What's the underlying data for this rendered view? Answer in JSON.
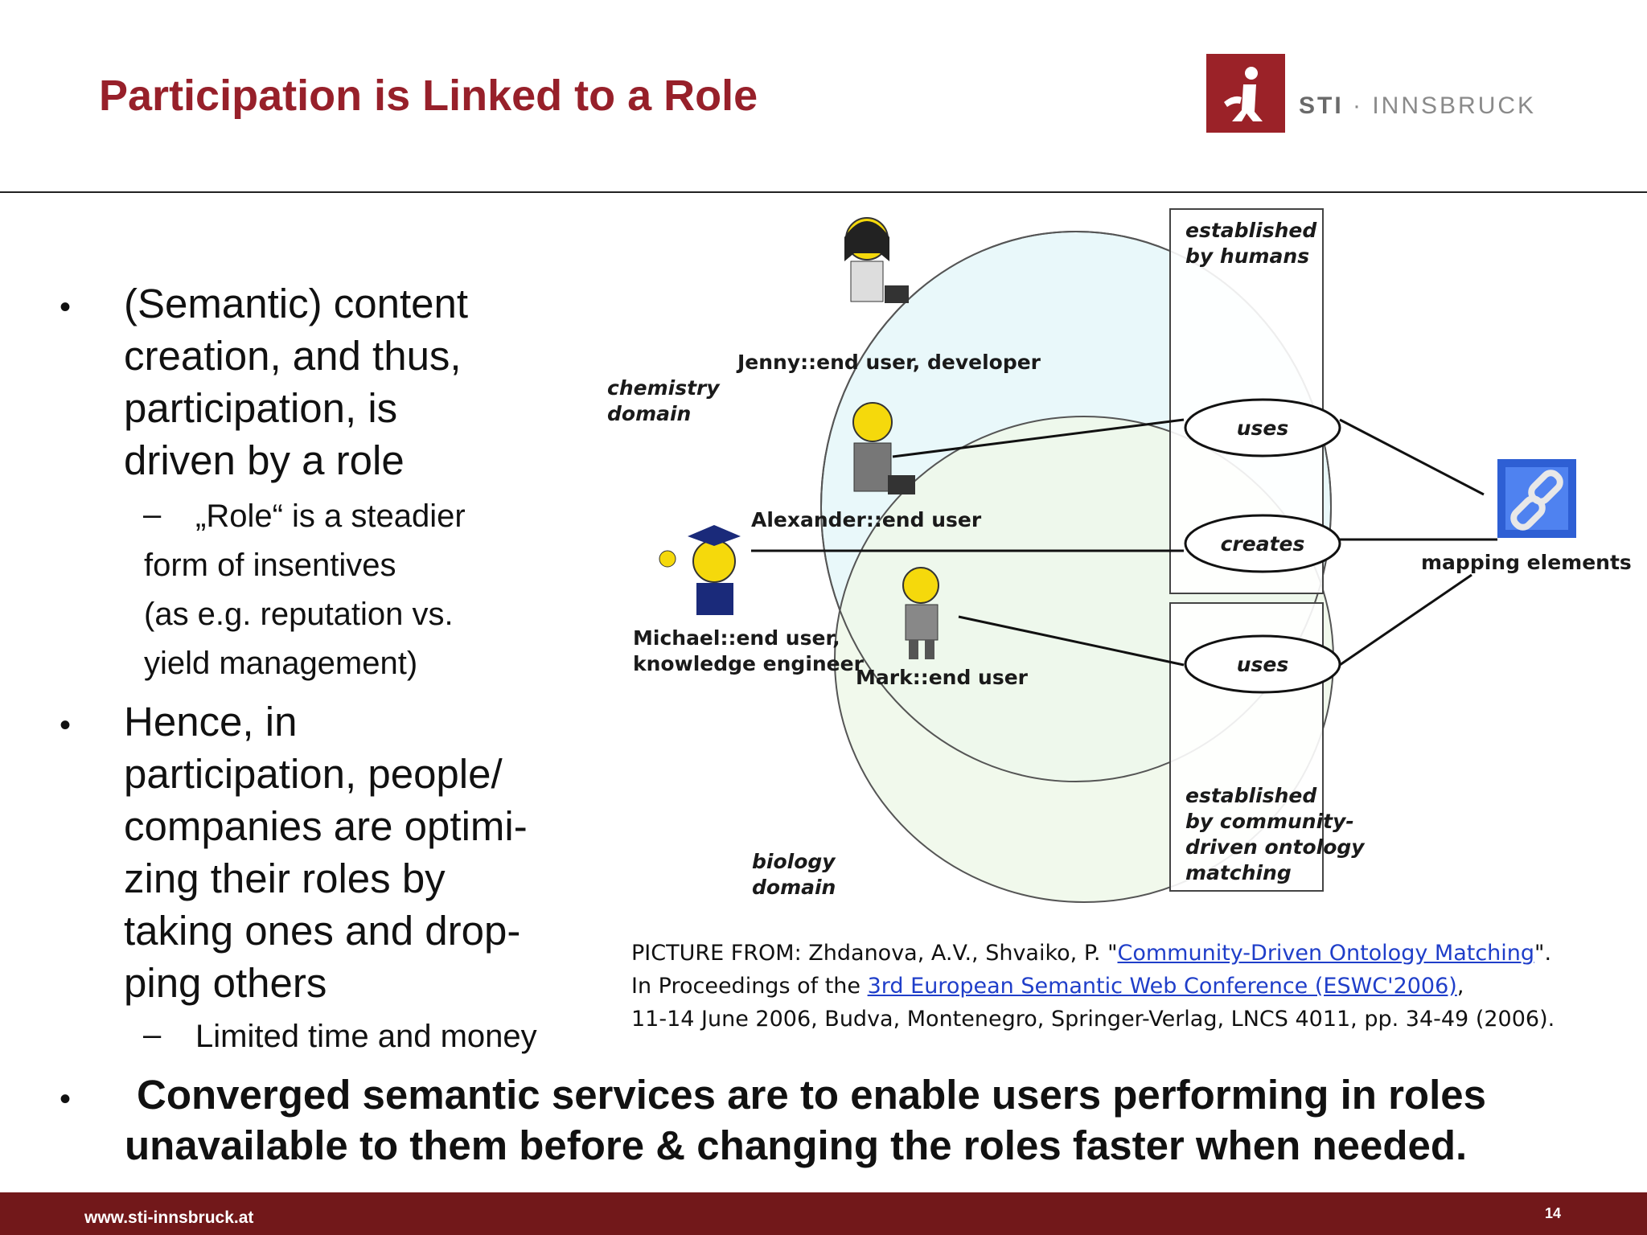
{
  "slide": {
    "title": "Participation is Linked to a Role",
    "logo": {
      "brand": "STI",
      "separator": " · ",
      "name": "INNSBRUCK"
    }
  },
  "bullets": [
    {
      "lines": [
        "(Semantic) content",
        "creation, and thus,",
        "participation, is",
        "driven by a role"
      ],
      "sub": {
        "dash": "–",
        "lines": [
          "„Role“ is a steadier",
          "form of insentives",
          "(as e.g. reputation vs.",
          "yield management)"
        ]
      }
    },
    {
      "lines": [
        "Hence, in",
        "participation, people/",
        "companies are optimi-",
        "zing their roles by",
        "taking ones and drop-",
        "ping others"
      ],
      "sub": {
        "dash": "–",
        "lines": [
          "Limited time and money"
        ]
      }
    }
  ],
  "bullet_char": "•",
  "diagram": {
    "domains": {
      "chemistry": [
        "chemistry",
        "domain"
      ],
      "biology": [
        "biology",
        "domain"
      ]
    },
    "people": {
      "jenny": "Jenny::end user, developer",
      "alexander": "Alexander::end user",
      "michael": [
        "Michael::end user,",
        "knowledge engineer"
      ],
      "mark": "Mark::end user"
    },
    "boxes": {
      "humans": [
        "established",
        "by humans"
      ],
      "community": [
        "established",
        "by community-",
        "driven ontology",
        "matching"
      ]
    },
    "relations": {
      "uses_top": "uses",
      "creates": "creates",
      "uses_bottom": "uses"
    },
    "mapping": "mapping elements",
    "colors": {
      "chemistry_fill": "#e9f8fa",
      "biology_fill": "#eef8e9",
      "chain_blue": "#2e5fd4"
    }
  },
  "caption": {
    "prefix": "PICTURE FROM: Zhdanova, A.V., Shvaiko, P. \"",
    "link1": "Community-Driven Ontology Matching",
    "mid1": "\".",
    "line2_prefix": "In Proceedings of the ",
    "link2": "3rd European Semantic Web Conference (ESWC'2006)",
    "line2_suffix": ",",
    "line3": "11-14 June 2006, Budva, Montenegro, Springer-Verlag, LNCS 4011, pp. 34-49 (2006)."
  },
  "conclusion": [
    "Converged semantic services are to enable users performing in roles",
    "unavailable to them before & changing the roles faster when needed."
  ],
  "footer": {
    "url": "www.sti-innsbruck.at",
    "page": "14"
  }
}
